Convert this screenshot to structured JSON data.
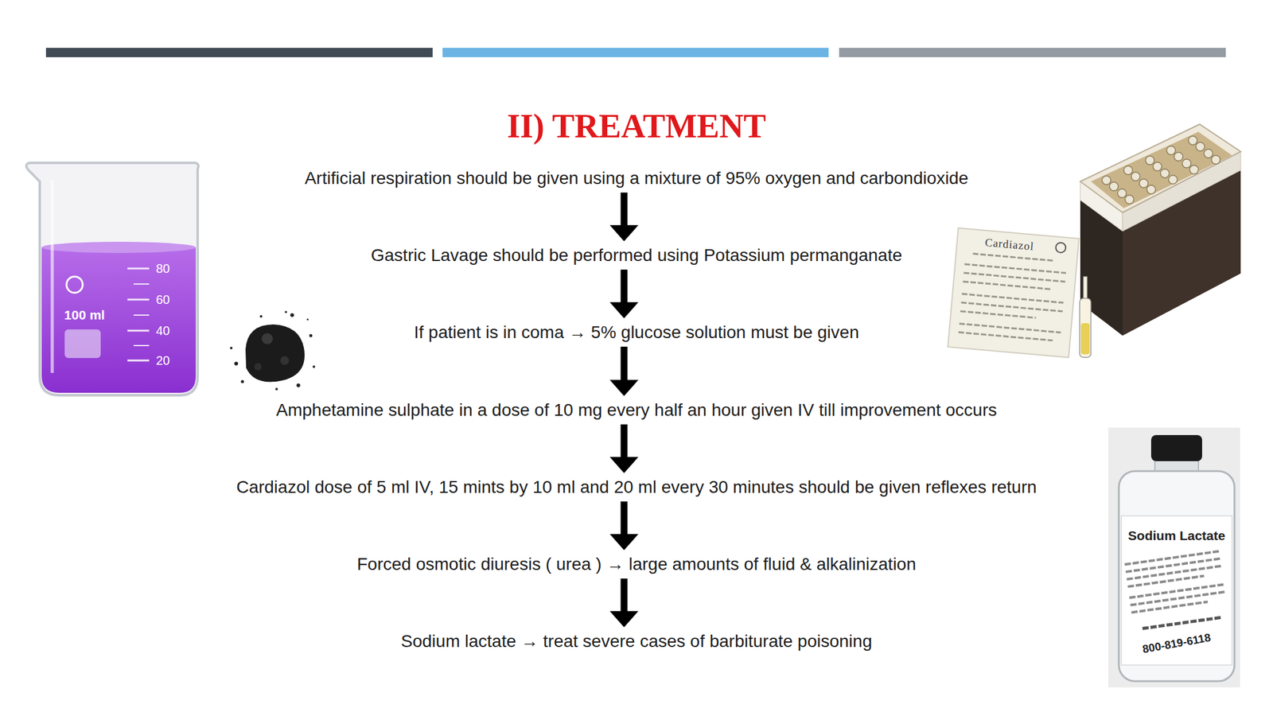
{
  "diagram": {
    "title": "II) TREATMENT",
    "nodes": [
      {
        "text": [
          "Artificial respiration should be given using a mixture of 95% oxygen and carbondioxide"
        ]
      },
      {
        "text": [
          "Gastric Lavage should be performed using Potassium permanganate"
        ]
      },
      {
        "text": [
          "If patient is in coma → 5% glucose solution must be given"
        ]
      },
      {
        "text": [
          "Amphetamine sulphate in a dose of 10 mg every half an hour given IV till improvement occurs"
        ]
      },
      {
        "text": [
          "Cardiazol dose of 5 ml IV, 15 mints by 10 ml and 20 ml every 30 minutes should be given reflexes return"
        ]
      },
      {
        "text": [
          "Forced osmotic diuresis ( urea ) → large amounts of fluid & alkalinization"
        ]
      },
      {
        "text": [
          "Sodium lactate → treat severe cases of barbiturate poisoning"
        ]
      }
    ],
    "edges": [
      {
        "from": 0,
        "to": 1,
        "arrow": "to"
      },
      {
        "from": 1,
        "to": 2,
        "arrow": "to"
      },
      {
        "from": 2,
        "to": 3,
        "arrow": "to"
      },
      {
        "from": 3,
        "to": 4,
        "arrow": "to"
      },
      {
        "from": 4,
        "to": 5,
        "arrow": "to"
      },
      {
        "from": 5,
        "to": 6,
        "arrow": "to"
      }
    ],
    "labels": [
      "100 ml",
      "80",
      "60",
      "40",
      "20",
      "Cardiazol",
      "Sodium Lactate",
      "800-819-6118"
    ]
  }
}
